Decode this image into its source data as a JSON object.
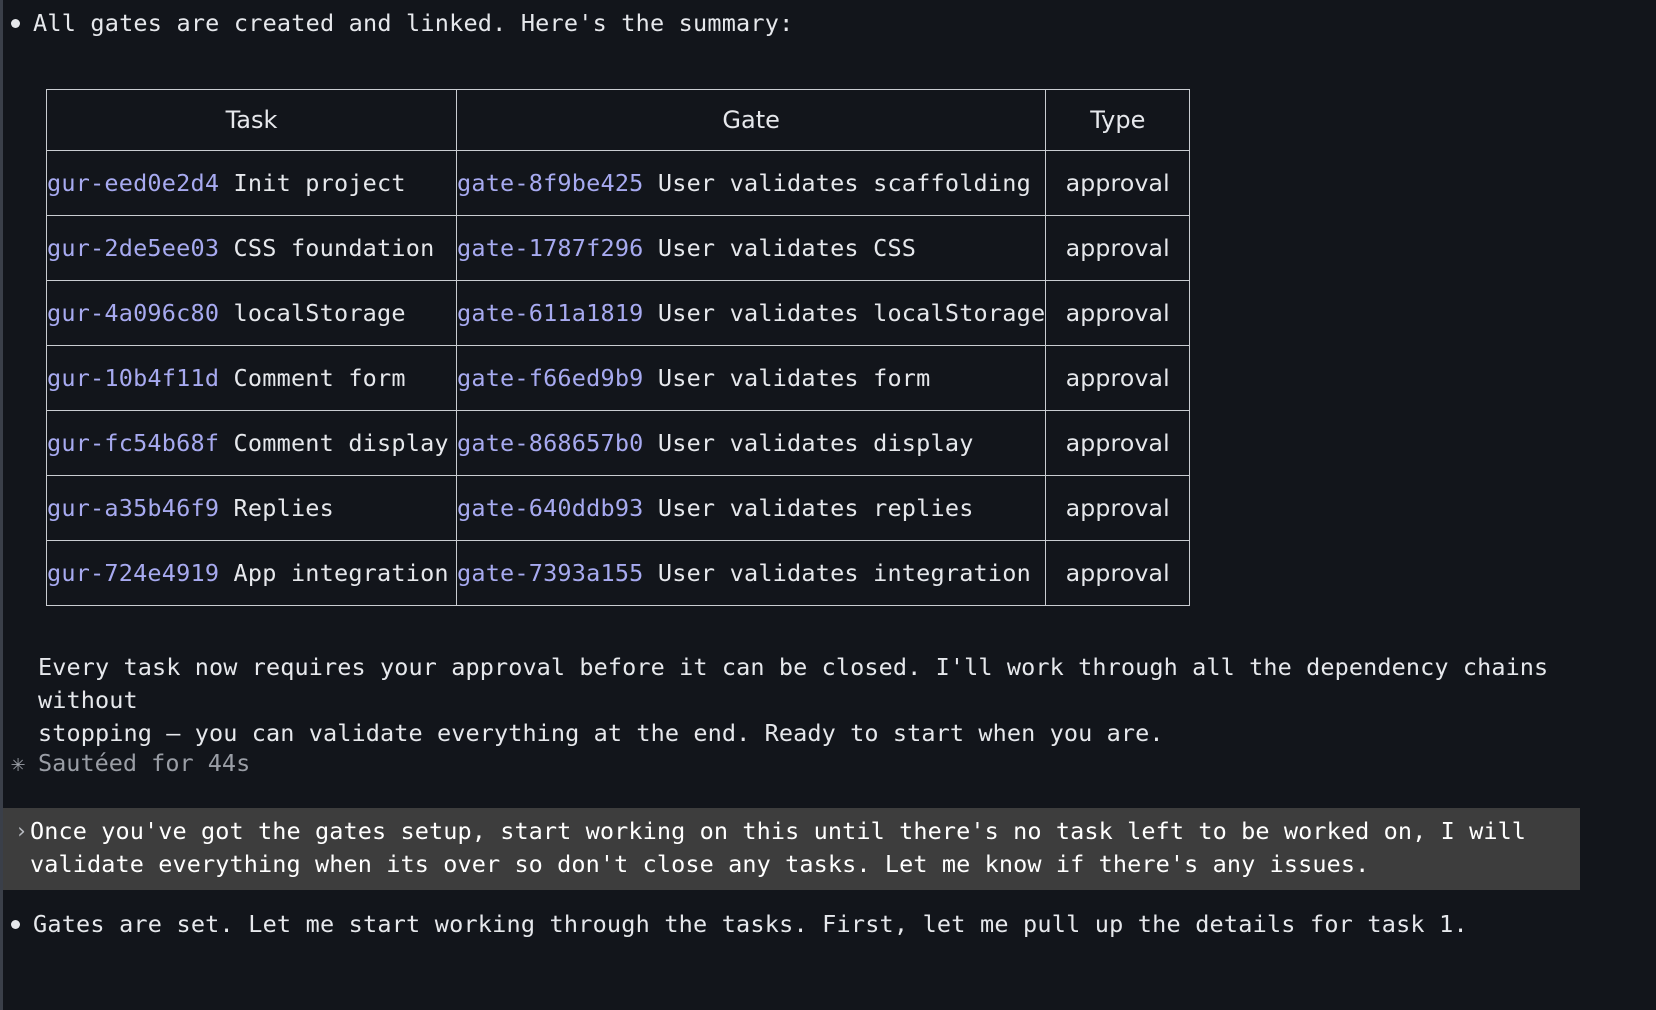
{
  "theme": {
    "background": "#12151b",
    "text": "#e6e8ec",
    "id_accent": "#a7aaf0",
    "muted": "#9a9ea6",
    "user_block_bg": "#3d3d3d",
    "border": "#c9ccd1"
  },
  "assistant_intro": {
    "marker": "bullet-icon",
    "text": "All gates are created and linked. Here's the summary:"
  },
  "summary_table": {
    "headers": [
      "Task",
      "Gate",
      "Type"
    ],
    "rows": [
      {
        "task_id": "gur-eed0e2d4",
        "task_desc": "Init project",
        "gate_id": "gate-8f9be425",
        "gate_desc": "User validates scaffolding",
        "type": "approval"
      },
      {
        "task_id": "gur-2de5ee03",
        "task_desc": "CSS foundation",
        "gate_id": "gate-1787f296",
        "gate_desc": "User validates CSS",
        "type": "approval"
      },
      {
        "task_id": "gur-4a096c80",
        "task_desc": "localStorage",
        "gate_id": "gate-611a1819",
        "gate_desc": "User validates localStorage",
        "type": "approval"
      },
      {
        "task_id": "gur-10b4f11d",
        "task_desc": "Comment form",
        "gate_id": "gate-f66ed9b9",
        "gate_desc": "User validates form",
        "type": "approval"
      },
      {
        "task_id": "gur-fc54b68f",
        "task_desc": "Comment display",
        "gate_id": "gate-868657b0",
        "gate_desc": "User validates display",
        "type": "approval"
      },
      {
        "task_id": "gur-a35b46f9",
        "task_desc": "Replies",
        "gate_id": "gate-640ddb93",
        "gate_desc": "User validates replies",
        "type": "approval"
      },
      {
        "task_id": "gur-724e4919",
        "task_desc": "App integration",
        "gate_id": "gate-7393a155",
        "gate_desc": "User validates integration",
        "type": "approval"
      }
    ]
  },
  "assistant_paragraph": "Every task now requires your approval before it can be closed. I'll work through all the dependency chains without\nstopping — you can validate everything at the end. Ready to start when you are.",
  "status": {
    "marker": "asterisk-icon",
    "text": "Sautéed for 44s"
  },
  "user_message": {
    "chevron": "›",
    "text": "Once you've got the gates setup, start working on this until there's no task left to be worked on, I will\nvalidate everything when its over so don't close any tasks. Let me know if there's any issues."
  },
  "assistant_outro": {
    "marker": "bullet-icon",
    "text": "Gates are set. Let me start working through the tasks. First, let me pull up the details for task 1."
  }
}
